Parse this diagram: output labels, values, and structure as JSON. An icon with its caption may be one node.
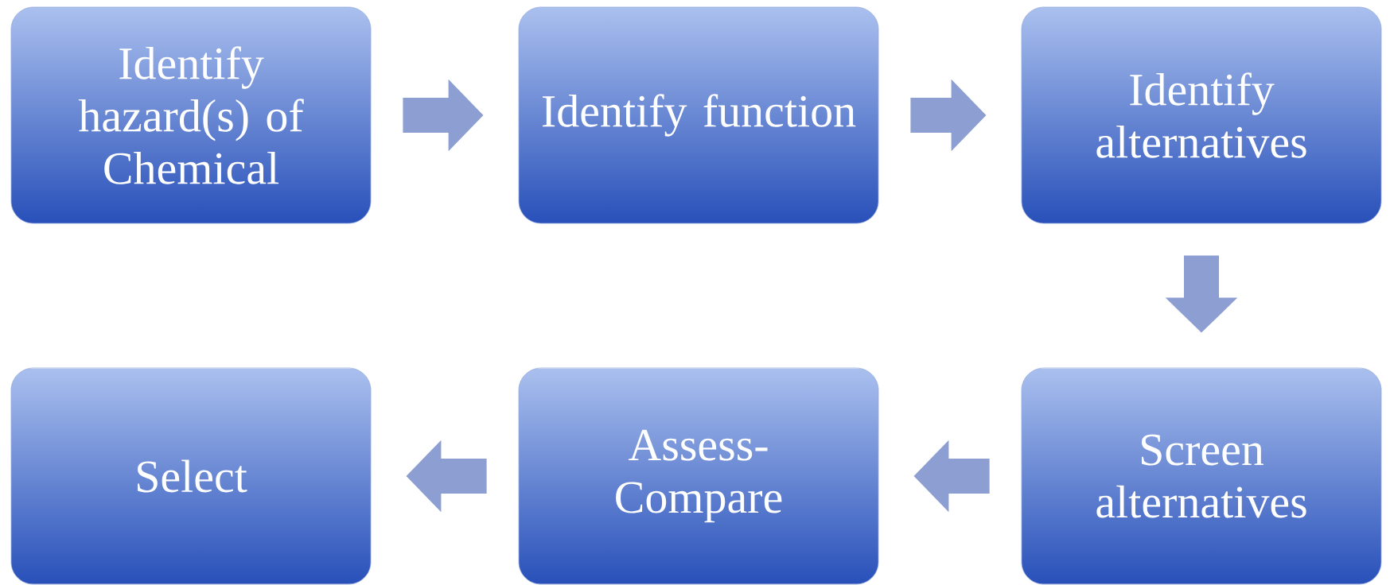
{
  "diagram": {
    "nodes": [
      {
        "text": [
          "Identify hazard(s) of Chemical"
        ]
      },
      {
        "text": [
          "Identify function"
        ]
      },
      {
        "text": [
          "Identify alternatives"
        ]
      },
      {
        "text": [
          "Select"
        ]
      },
      {
        "text": [
          "Assess- Compare"
        ]
      },
      {
        "text": [
          "Screen alternatives"
        ]
      }
    ],
    "edges": [
      {
        "from": 0,
        "to": 1,
        "arrow": "to"
      },
      {
        "from": 1,
        "to": 2,
        "arrow": "to"
      },
      {
        "from": 2,
        "to": 5,
        "arrow": "to"
      },
      {
        "from": 5,
        "to": 4,
        "arrow": "to"
      },
      {
        "from": 4,
        "to": 3,
        "arrow": "to"
      }
    ]
  }
}
